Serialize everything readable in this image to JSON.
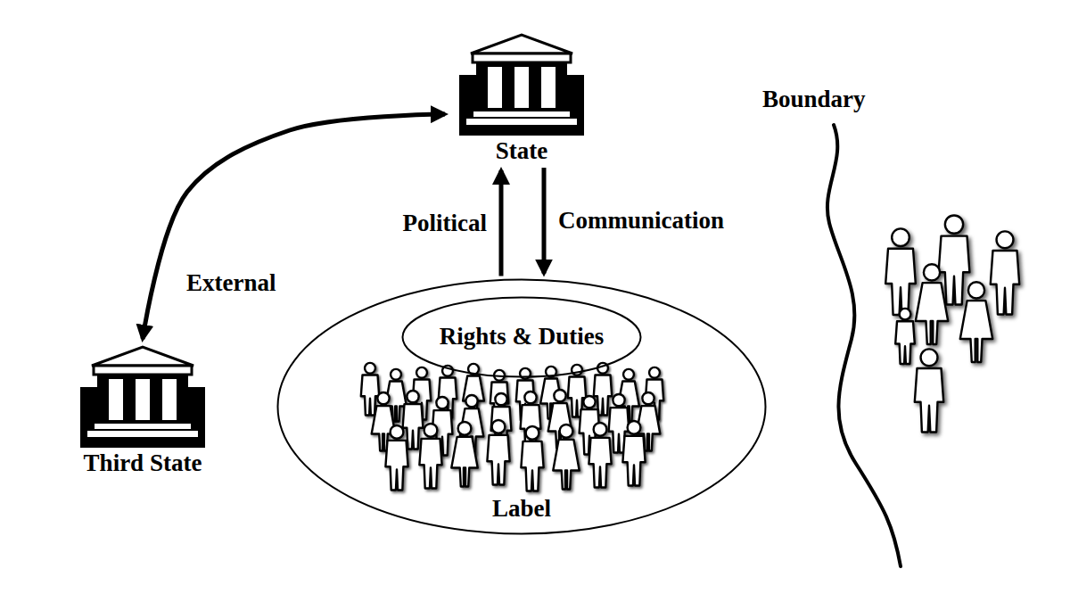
{
  "diagram": {
    "nodes": [
      {
        "text": [
          "State"
        ]
      },
      {
        "text": [
          "Third State"
        ]
      },
      {
        "text": [
          "Label"
        ]
      },
      {
        "text": [
          "Rights & Duties"
        ],
        "in": 2
      }
    ],
    "edges": [
      {
        "from": 1,
        "to": 0,
        "arrow": "both",
        "label": "External"
      },
      {
        "from": 2,
        "to": 0,
        "arrow": "to",
        "label": "Political"
      },
      {
        "from": 0,
        "to": 2,
        "arrow": "to",
        "label": "Communication"
      }
    ],
    "labels": [
      "Boundary"
    ]
  }
}
